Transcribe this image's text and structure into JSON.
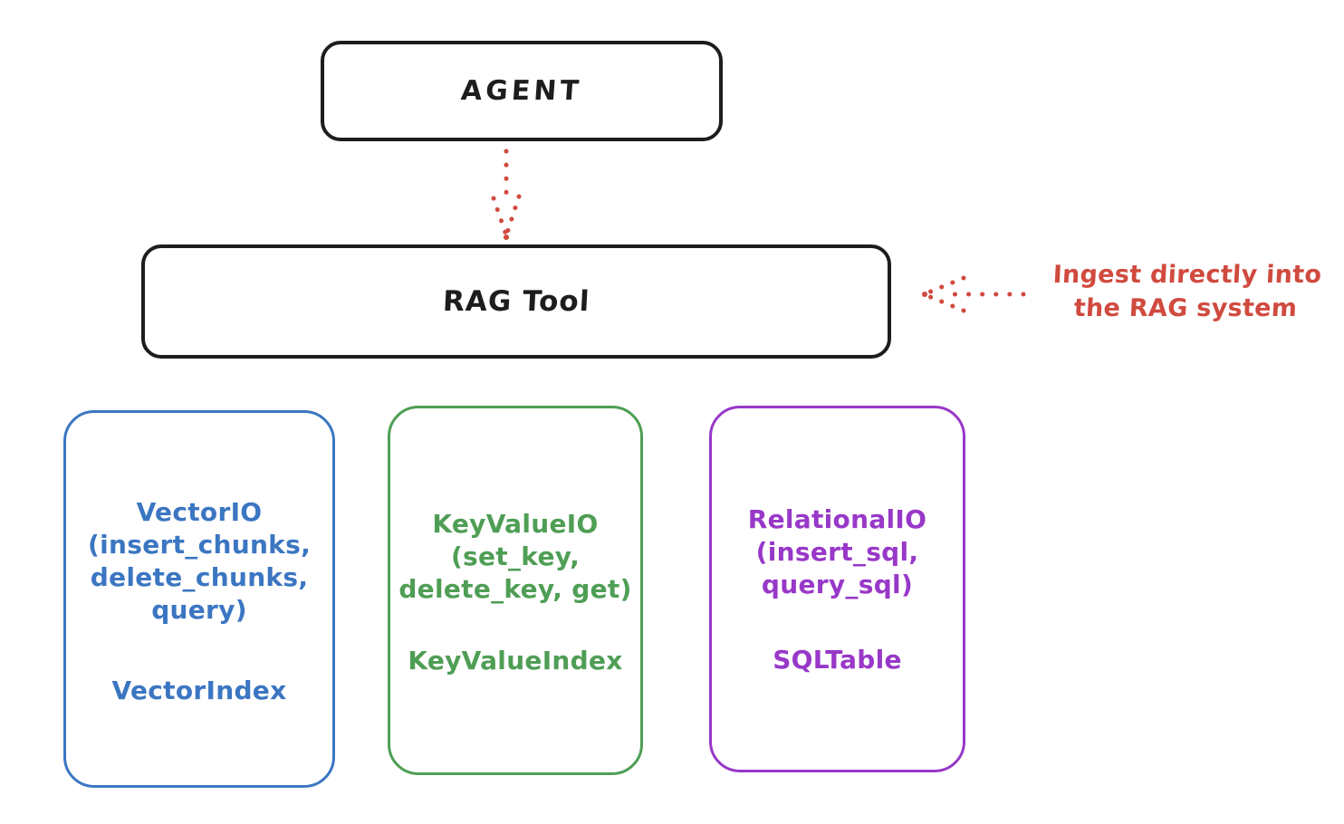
{
  "agent_box": {
    "label": "AGENT"
  },
  "rag_tool_box": {
    "label": "RAG Tool"
  },
  "ingest_annotation": {
    "line1": "Ingest directly into",
    "line2": "the RAG system"
  },
  "storage_boxes": [
    {
      "id": "vector",
      "lines": [
        "VectorIO",
        "(insert_chunks,",
        "delete_chunks,",
        "query)"
      ],
      "index_label": "VectorIndex",
      "color": "#3b76c2"
    },
    {
      "id": "keyvalue",
      "lines": [
        "KeyValueIO",
        "(set_key,",
        "delete_key, get)"
      ],
      "index_label": "KeyValueIndex",
      "color": "#4f9e55"
    },
    {
      "id": "relational",
      "lines": [
        "RelationalIO",
        "(insert_sql,",
        "query_sql)"
      ],
      "index_label": "SQLTable",
      "color": "#9838c8"
    }
  ],
  "arrows": [
    {
      "name": "dotted-arrow-agent-to-ragtool",
      "direction": "down",
      "color": "#d04a3f",
      "style": "dotted"
    },
    {
      "name": "dotted-arrow-ingest-to-ragtool",
      "direction": "left",
      "color": "#d04a3f",
      "style": "dotted"
    }
  ],
  "colors": {
    "stroke_black": "#1d1d20",
    "accent_red": "#d04a3f",
    "vector_blue": "#3b76c2",
    "keyvalue_green": "#4f9e55",
    "relational_purple": "#9838c8",
    "background": "#ffffff"
  }
}
